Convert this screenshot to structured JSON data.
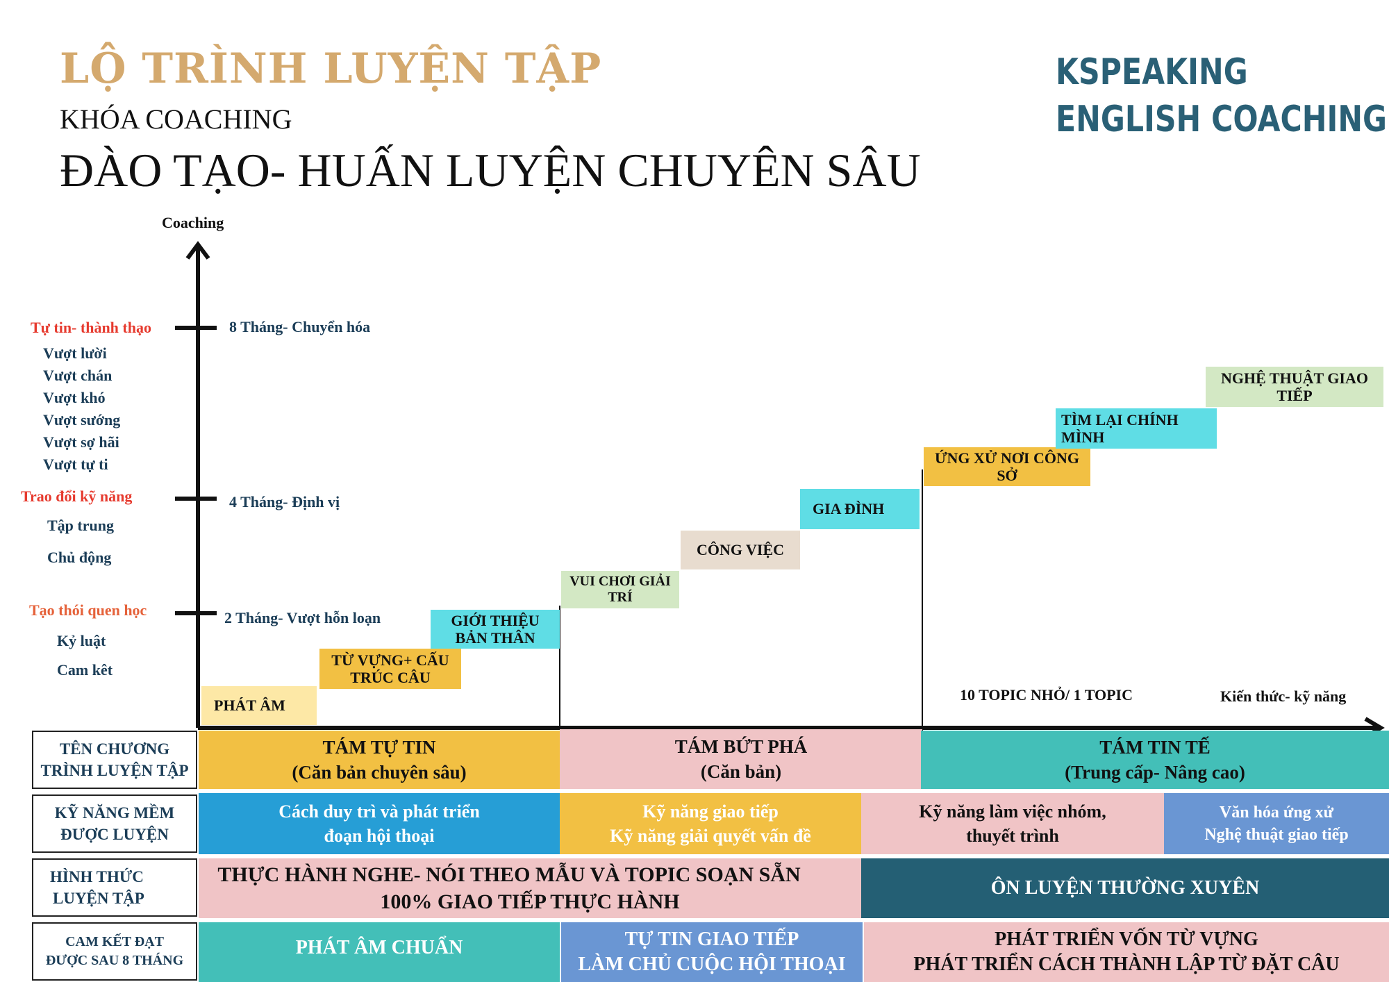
{
  "header": {
    "title": "LỘ TRÌNH LUYỆN TẬP",
    "subtitle_small": "KHÓA COACHING",
    "subtitle_large": "ĐÀO TẠO- HUẤN LUYỆN CHUYÊN SÂU",
    "brand_line1": "KSPEAKING",
    "brand_line2": "ENGLISH COACHING"
  },
  "axis": {
    "y_label": "Coaching",
    "x_note_topics": "10 TOPIC NHỎ/ 1 TOPIC",
    "x_label": "Kiến thức- kỹ  năng"
  },
  "milestones": [
    {
      "label": "8 Tháng- Chuyển hóa",
      "stage": "Tự tin- thành thạo",
      "stage_color": "#e63a2e",
      "items": [
        "Vượt lười",
        "Vượt chán",
        "Vượt khó",
        "Vượt sướng",
        "Vượt sợ hãi",
        "Vượt tự ti"
      ]
    },
    {
      "label": "4  Tháng- Định vị",
      "stage": "Trao đổi kỹ năng",
      "stage_color": "#e63a2e",
      "items": [
        "Tập trung",
        "Chủ động"
      ]
    },
    {
      "label": "2 Tháng- Vượt hỗn loạn",
      "stage": "Tạo thói quen học",
      "stage_color": "#e5623a",
      "items": [
        "Kỷ luật",
        "Cam kêt"
      ]
    }
  ],
  "steps": [
    {
      "label": "PHÁT ÂM",
      "color": "#fde8a6"
    },
    {
      "label": "TỪ  VỰNG+ CẤU TRÚC CÂU",
      "color": "#f2c043"
    },
    {
      "label": "GIỚI THIỆU BẢN THÂN",
      "color": "#5fdde5"
    },
    {
      "label": "VUI CHƠI GIẢI TRÍ",
      "color": "#d3e8c4"
    },
    {
      "label": "CÔNG VIỆC",
      "color": "#e8dccf"
    },
    {
      "label": "GIA ĐÌNH",
      "color": "#5fdde5"
    },
    {
      "label": "ỨNG XỬ NƠI CÔNG SỞ",
      "color": "#f2c043"
    },
    {
      "label": "TÌM LẠI CHÍNH MÌNH",
      "color": "#5fdde5"
    },
    {
      "label": "NGHỆ THUẬT GIAO TIẾP",
      "color": "#d3e8c4"
    }
  ],
  "table": {
    "rows": [
      {
        "header": [
          "TÊN CHƯƠNG",
          "TRÌNH LUYỆN TẬP"
        ],
        "cells": [
          {
            "lines": [
              "TÁM TỰ TIN",
              "(Căn bản chuyên sâu)"
            ],
            "bg": "#f2c043",
            "fg": "#111111"
          },
          {
            "lines": [
              "TÁM BỨT PHÁ",
              "(Căn bản)"
            ],
            "bg": "#f0c4c6",
            "fg": "#111111"
          },
          {
            "lines": [
              "TÁM TIN TẾ",
              "(Trung cấp- Nâng cao)"
            ],
            "bg": "#43bfb8",
            "fg": "#111111"
          }
        ]
      },
      {
        "header": [
          "KỸ NĂNG MỀM",
          "ĐƯỢC LUYỆN"
        ],
        "cells": [
          {
            "lines": [
              "Cách duy trì và phát triển",
              "đoạn hội thoại"
            ],
            "bg": "#269ed6",
            "fg": "#ffffff"
          },
          {
            "lines": [
              "Kỹ năng giao tiếp",
              "Kỹ năng giải quyết vấn đề"
            ],
            "bg": "#f2c043",
            "fg": "#ffffff"
          },
          {
            "lines": [
              "Kỹ năng làm việc nhóm,",
              "thuyết trình"
            ],
            "bg": "#f0c4c6",
            "fg": "#111111"
          },
          {
            "lines": [
              "Văn hóa ứng xử",
              "Nghệ thuật giao tiếp"
            ],
            "bg": "#6a96d3",
            "fg": "#ffffff"
          }
        ]
      },
      {
        "header": [
          "HÌNH THỨC",
          "LUYỆN TẬP"
        ],
        "cells": [
          {
            "lines": [
              "THỰC HÀNH NGHE- NÓI THEO MẪU VÀ TOPIC SOẠN SẴN",
              "100% GIAO TIẾP THỰC HÀNH"
            ],
            "bg": "#f0c4c6",
            "fg": "#111111"
          },
          {
            "lines": [
              "ÔN LUYỆN THƯỜNG XUYÊN"
            ],
            "bg": "#245f74",
            "fg": "#ffffff"
          }
        ]
      },
      {
        "header": [
          "CAM KẾT ĐẠT",
          "ĐƯỢC SAU 8 THÁNG"
        ],
        "cells": [
          {
            "lines": [
              "PHÁT ÂM CHUẨN"
            ],
            "bg": "#43bfb8",
            "fg": "#ffffff"
          },
          {
            "lines": [
              "TỰ TIN GIAO TIẾP",
              "LÀM CHỦ CUỘC HỘI THOẠI"
            ],
            "bg": "#6a96d3",
            "fg": "#ffffff"
          },
          {
            "lines": [
              "PHÁT TRIỂN VỐN TỪ VỰNG",
              "PHÁT TRIỂN CÁCH THÀNH LẬP TỪ ĐẶT CÂU"
            ],
            "bg": "#f0c4c6",
            "fg": "#111111"
          }
        ]
      }
    ]
  }
}
